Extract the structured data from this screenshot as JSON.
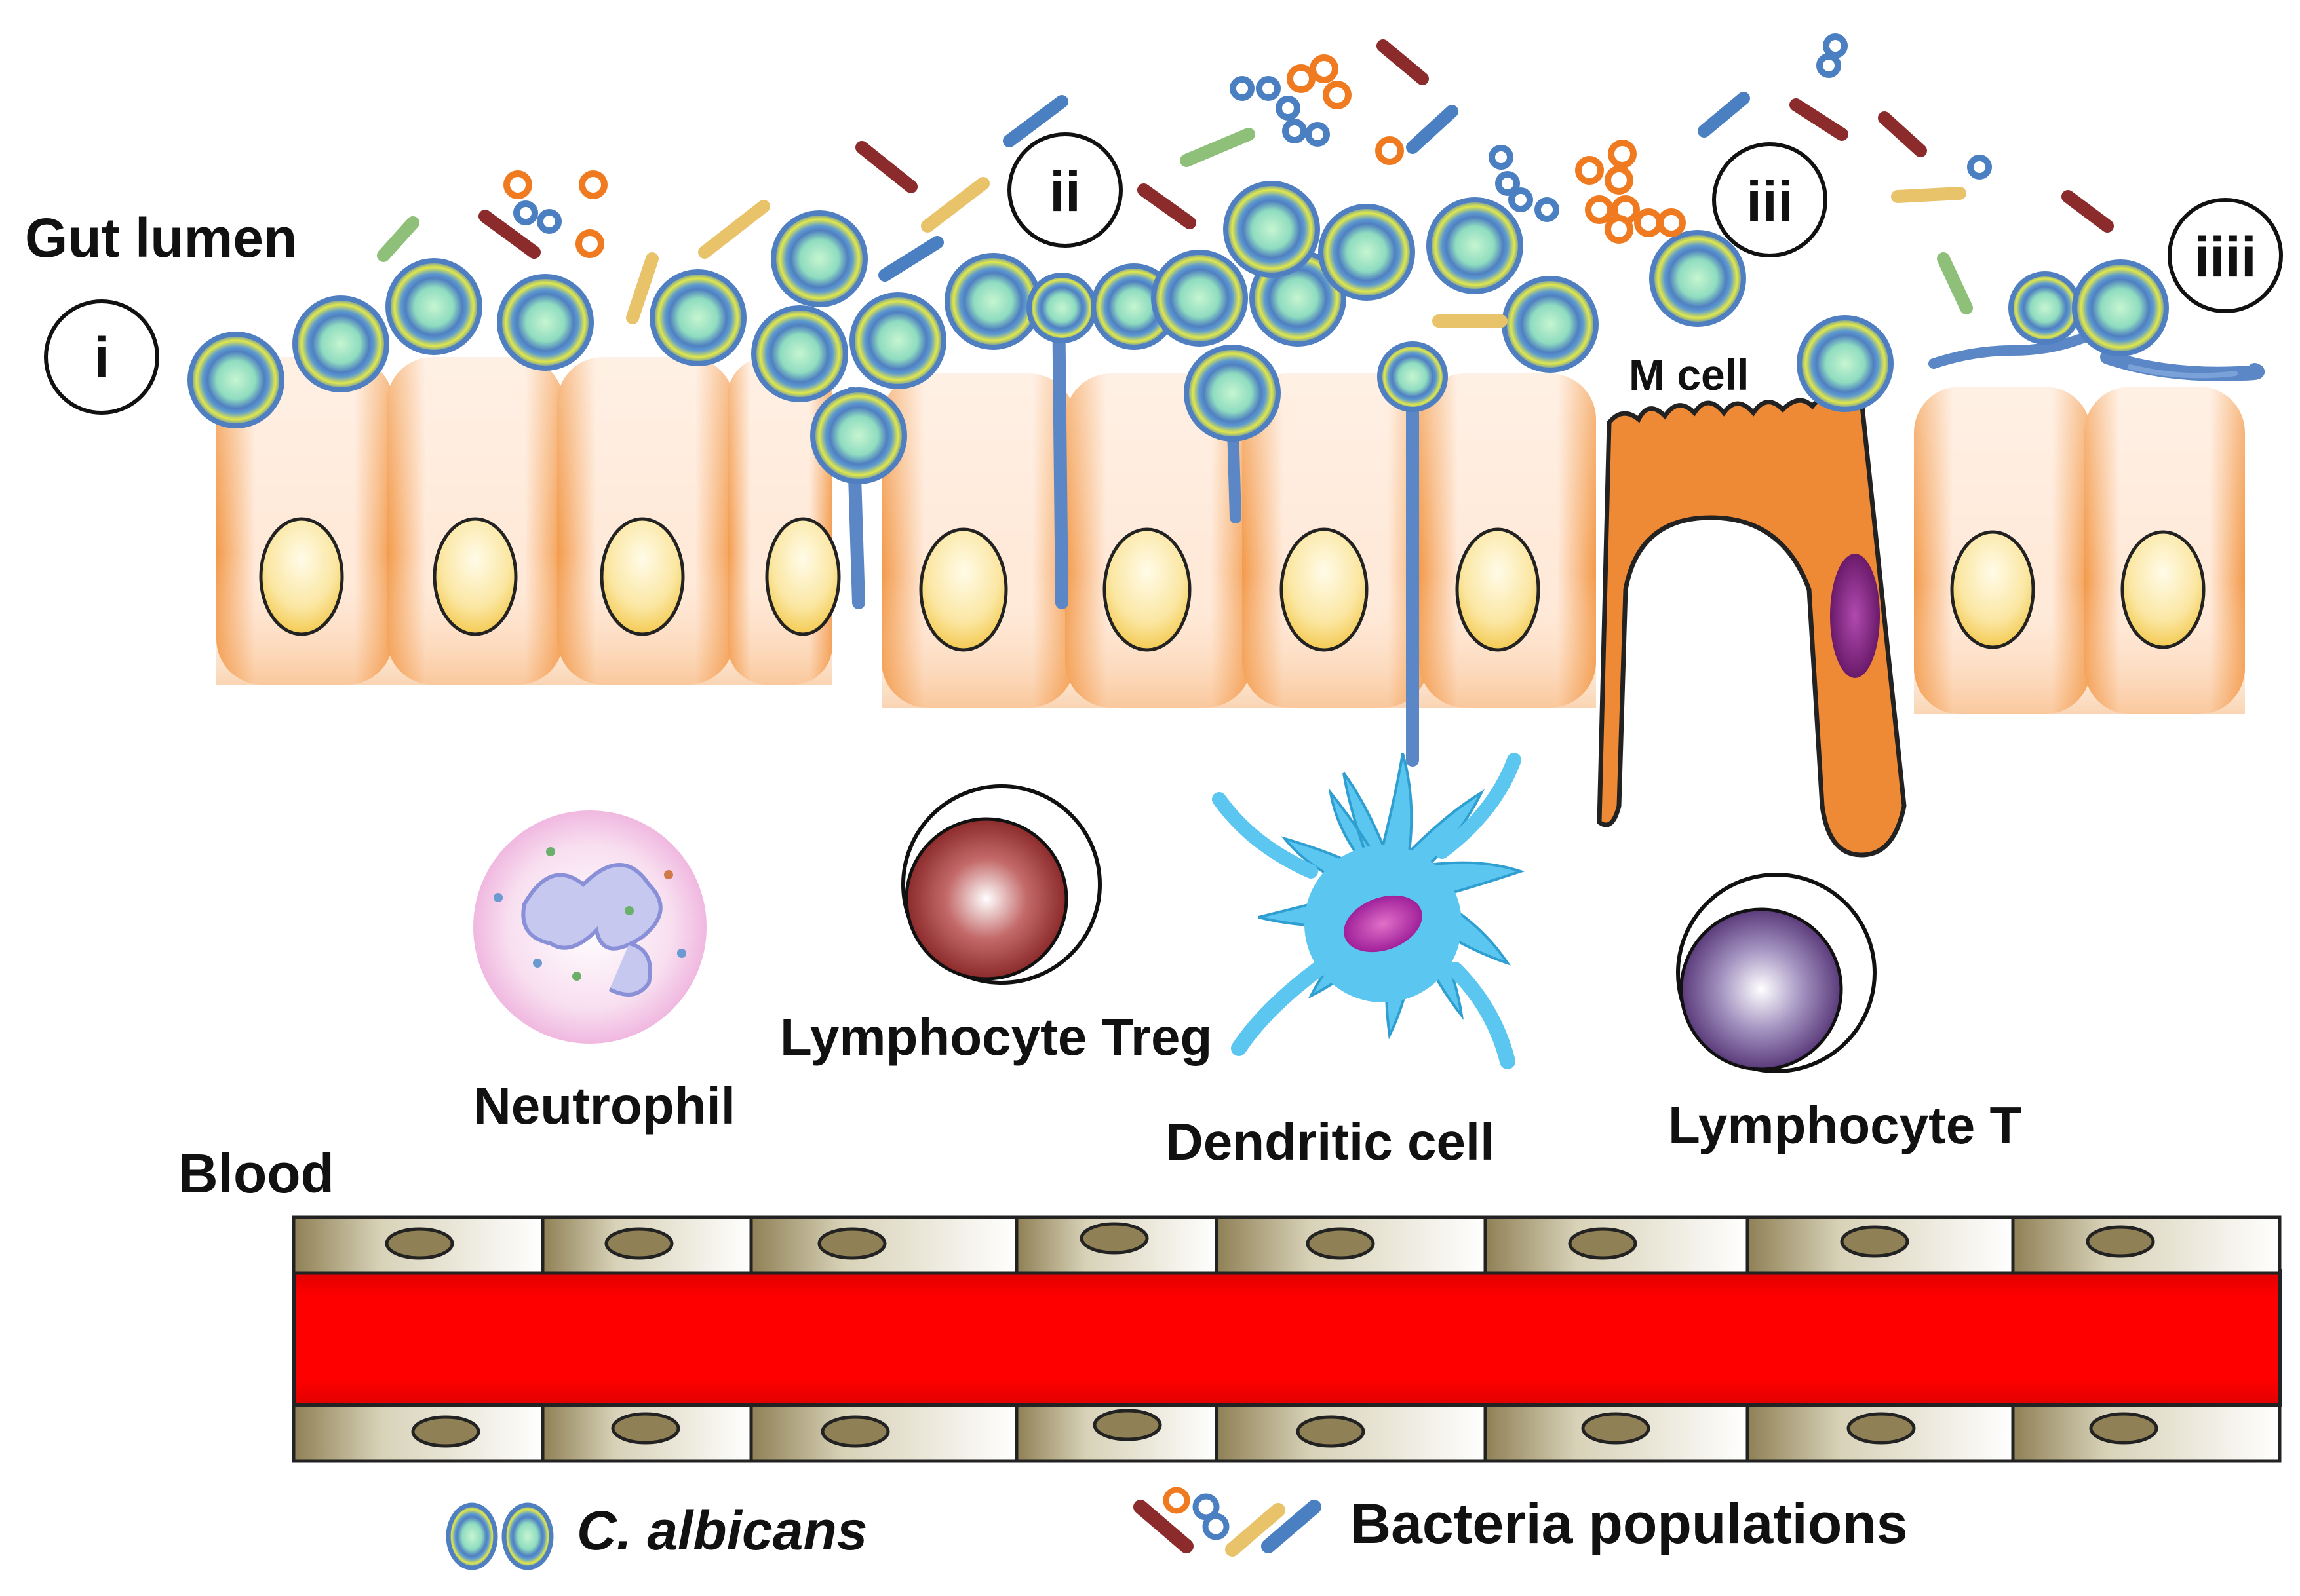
{
  "labels": {
    "gut_lumen": "Gut lumen",
    "m_cell": "M cell",
    "lymphocyte_treg": "Lymphocyte Treg",
    "neutrophil": "Neutrophil",
    "dendritic_cell": "Dendritic cell",
    "lymphocyte_t": "Lymphocyte T",
    "blood": "Blood"
  },
  "stage_markers": [
    "i",
    "ii",
    "iii",
    "iiii"
  ],
  "legend": {
    "candida": "C. albicans",
    "bacteria": "Bacteria populations"
  },
  "colors": {
    "epithelium": "#f39a4a",
    "nucleus": "#f7d56a",
    "candida_core": "#b8f0c9",
    "candida_ring": "#4f7fc1",
    "candida_rim": "#e1e84a",
    "hypha": "#5b87c6",
    "m_cell": "#ee8a35",
    "blood": "#ff0000",
    "endothelium": "#8f8055",
    "dendritic_cell": "#5bc6f0",
    "bacteria_red": "#8b2b2b",
    "bacteria_blue": "#4a7fc1",
    "bacteria_yellow": "#e8c36a",
    "bacteria_green": "#8fc07a",
    "bacteria_orange": "#ef7a20"
  }
}
